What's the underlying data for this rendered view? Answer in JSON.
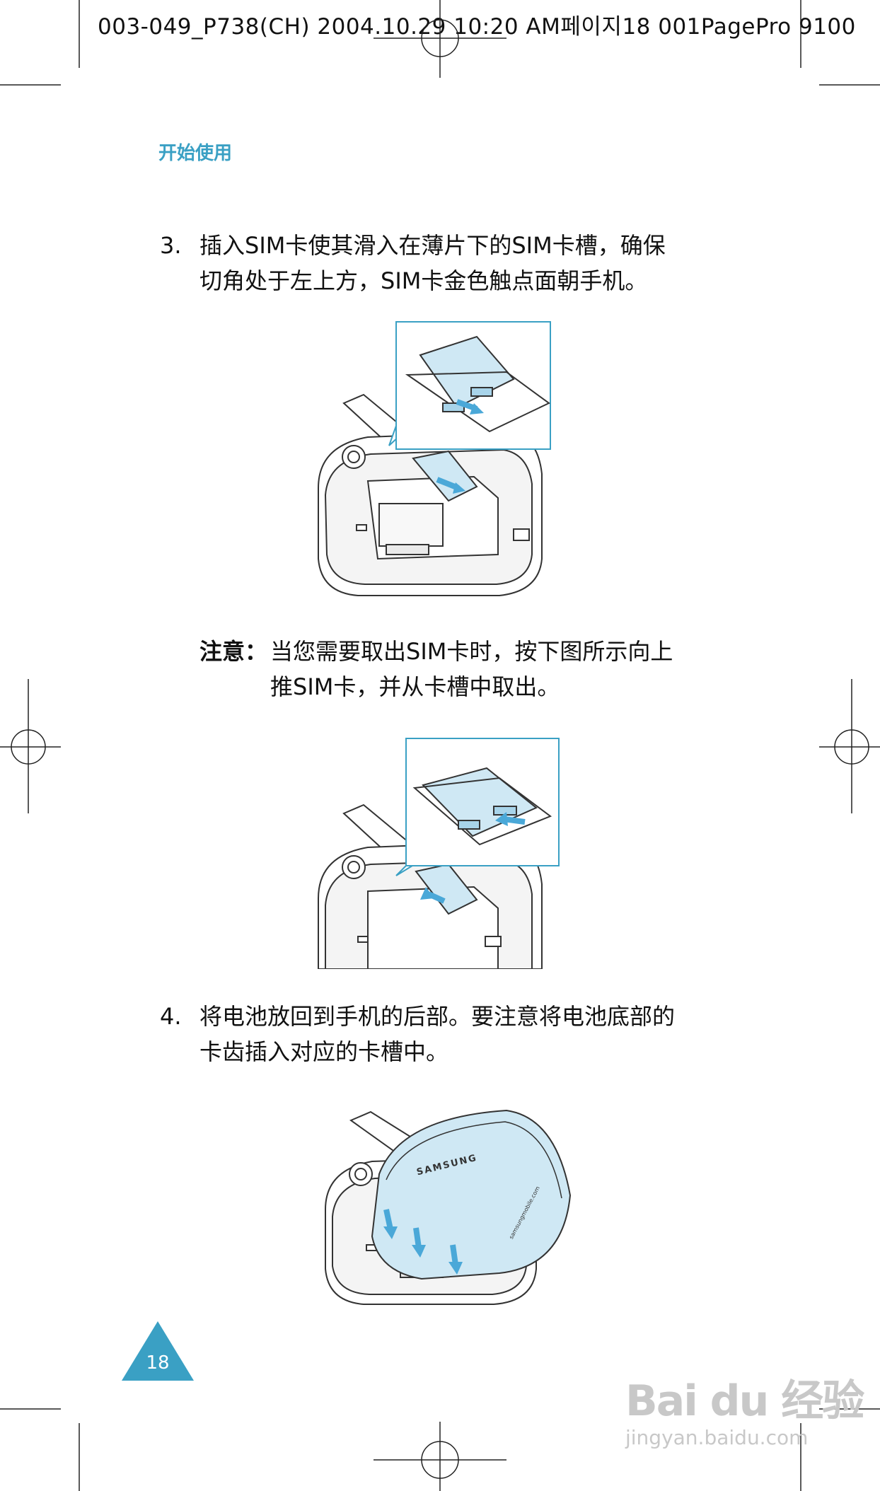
{
  "slug_line": "003-049_P738(CH)  2004.10.29  10:20 AM페이지18   001PagePro 9100",
  "section_title": "开始使用",
  "step3": {
    "number": "3.",
    "line1": "插入SIM卡使其滑入在薄片下的SIM卡槽，确保",
    "line2": "切角处于左上方，SIM卡金色触点面朝手机。"
  },
  "note": {
    "label": "注意：",
    "line1": "当您需要取出SIM卡时，按下图所示向上",
    "line2": "推SIM卡，并从卡槽中取出。"
  },
  "step4": {
    "number": "4.",
    "line1": "将电池放回到手机的后部。要注意将电池底部的",
    "line2": "卡齿插入对应的卡槽中。"
  },
  "battery_brand": "SAMSUNG",
  "battery_url": "samsungmobile.com",
  "page_number": "18",
  "watermark": {
    "brand": "Bai du 经验",
    "url": "jingyan.baidu.com"
  },
  "colors": {
    "accent": "#3aa0c4",
    "light_blue": "#cfe8f4",
    "arrow_blue": "#4aa8d8"
  }
}
